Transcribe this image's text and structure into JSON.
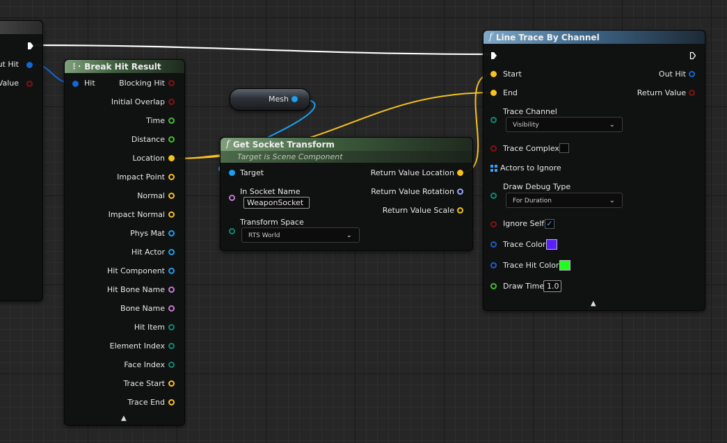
{
  "colors": {
    "exec": "#ffffff",
    "hit_result": "#1266d6",
    "bool": "#8b1010",
    "float": "#41c22f",
    "vector": "#f7c21f",
    "rotator": "#9aa8ff",
    "object": "#1aa0f0",
    "name": "#c77bd6",
    "struct": "#1e5fc4",
    "byte": "#0d8a74",
    "trace_color": "#5a1fff",
    "trace_hit_color": "#1fff1f"
  },
  "left_node": {
    "out_hit": "Out Hit",
    "return_value": "Value"
  },
  "break_hit": {
    "title": "Break Hit Result",
    "input_hit": "Hit",
    "outputs": [
      "Blocking Hit",
      "Initial Overlap",
      "Time",
      "Distance",
      "Location",
      "Impact Point",
      "Normal",
      "Impact Normal",
      "Phys Mat",
      "Hit Actor",
      "Hit Component",
      "Hit Bone Name",
      "Bone Name",
      "Hit Item",
      "Element Index",
      "Face Index",
      "Trace Start",
      "Trace End"
    ],
    "collapse": "^"
  },
  "mesh": {
    "label": "Mesh"
  },
  "socket": {
    "title": "Get Socket Transform",
    "subtitle": "Target is Scene Component",
    "target": "Target",
    "socket_name_label": "In Socket Name",
    "socket_name_value": "WeaponSocket",
    "transform_space_label": "Transform Space",
    "transform_space_value": "RTS World",
    "out_location": "Return Value Location",
    "out_rotation": "Return Value Rotation",
    "out_scale": "Return Value Scale"
  },
  "trace": {
    "title": "Line Trace By Channel",
    "start": "Start",
    "end": "End",
    "out_hit": "Out Hit",
    "return_value": "Return Value",
    "trace_channel_label": "Trace Channel",
    "trace_channel_value": "Visibility",
    "trace_complex": "Trace Complex",
    "actors_to_ignore": "Actors to Ignore",
    "draw_debug_label": "Draw Debug Type",
    "draw_debug_value": "For Duration",
    "ignore_self": "Ignore Self",
    "trace_color": "Trace Color",
    "trace_hit_color": "Trace Hit Color",
    "draw_time": "Draw Time",
    "draw_time_value": "1.0",
    "collapse": "^"
  }
}
